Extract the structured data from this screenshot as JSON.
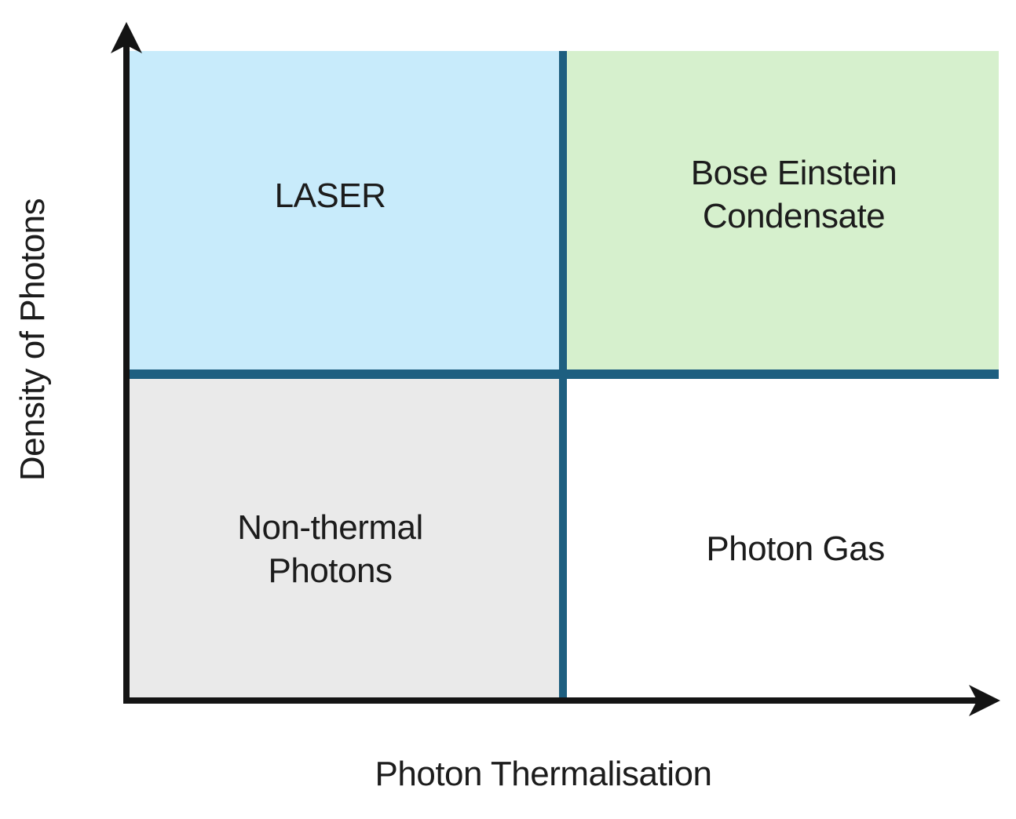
{
  "axes": {
    "x_label": "Photon Thermalisation",
    "y_label": "Density of Photons"
  },
  "quadrants": {
    "top_left": {
      "label": "LASER"
    },
    "top_right": {
      "line1": "Bose Einstein",
      "line2": "Condensate"
    },
    "bottom_left": {
      "line1": "Non-thermal",
      "line2": "Photons"
    },
    "bottom_right": {
      "label": "Photon Gas"
    }
  },
  "colors": {
    "laser_bg": "#c8ebfb",
    "bec_bg": "#d6f0cd",
    "nonthermal_bg": "#eaeaea",
    "photon_gas_bg": "#ffffff",
    "divider": "#1e5f80",
    "axis": "#141414",
    "text": "#1c1c1c"
  }
}
